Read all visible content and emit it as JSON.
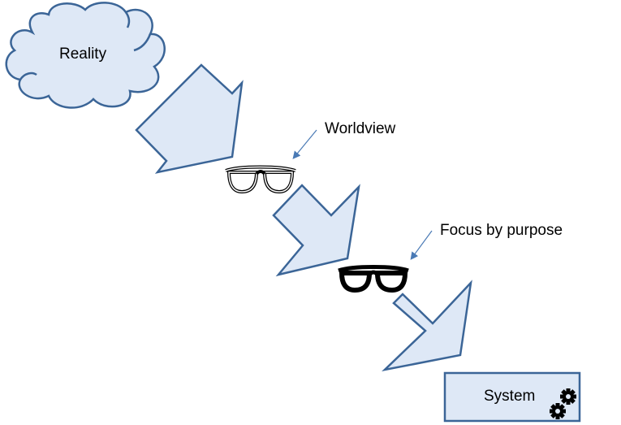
{
  "diagram": {
    "nodes": {
      "reality": {
        "label": "Reality",
        "shape": "cloud"
      },
      "system": {
        "label": "System",
        "shape": "rectangle",
        "icon": "gears-icon"
      }
    },
    "filters": [
      {
        "label": "Worldview",
        "icon": "outline-glasses-icon"
      },
      {
        "label": "Focus by purpose",
        "icon": "bold-glasses-icon"
      }
    ],
    "flow": [
      "Reality",
      "Worldview",
      "Focus by purpose",
      "System"
    ],
    "colors": {
      "fill": "#dee8f6",
      "stroke": "#3b6597",
      "callout": "#4a7ab5",
      "text": "#000000"
    }
  }
}
